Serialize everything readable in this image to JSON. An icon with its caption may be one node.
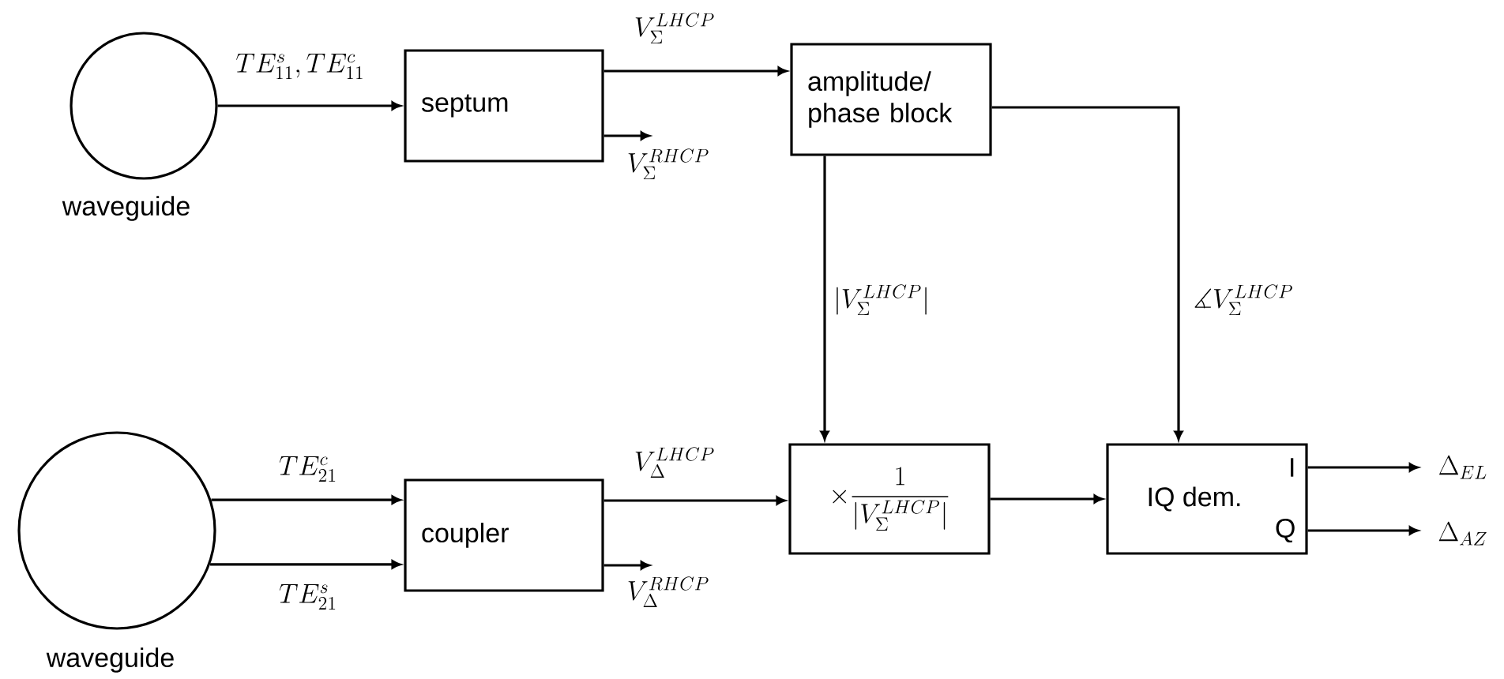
{
  "diagram": {
    "nodes": [
      {
        "text": [],
        "shape": "circle",
        "beside": [
          "waveguide"
        ]
      },
      {
        "text": [
          "septum"
        ]
      },
      {
        "text": [
          "amplitude/ phase block"
        ]
      },
      {
        "text": [],
        "shape": "circle",
        "beside": [
          "waveguide"
        ]
      },
      {
        "text": [
          "coupler"
        ]
      },
      {
        "text": [
          "\\times \\frac{1}{|V_{\\Sigma}^{LHCP}|}"
        ]
      },
      {
        "text": [
          "IQ dem.",
          "I",
          "Q"
        ]
      }
    ],
    "edges": [
      {
        "from": 0,
        "to": 1,
        "arrow": "to",
        "label": "TE_{11}^{s}, TE_{11}^{c}"
      },
      {
        "from": 1,
        "to": 2,
        "arrow": "to",
        "label": "V_{\\Sigma}^{LHCP}"
      },
      {
        "from": 1,
        "to": null,
        "arrow": "to",
        "label": "V_{\\Sigma}^{RHCP}"
      },
      {
        "from": 2,
        "to": 5,
        "arrow": "to",
        "label": "|V_{\\Sigma}^{LHCP}|"
      },
      {
        "from": 2,
        "to": 6,
        "arrow": "to",
        "label": "\\measuredangle V_{\\Sigma}^{LHCP}"
      },
      {
        "from": 3,
        "to": 4,
        "arrow": "to",
        "label": "TE_{21}^{c}"
      },
      {
        "from": 3,
        "to": 4,
        "arrow": "to",
        "label": "TE_{21}^{s}"
      },
      {
        "from": 4,
        "to": 5,
        "arrow": "to",
        "label": "V_{\\Delta}^{LHCP}"
      },
      {
        "from": 4,
        "to": null,
        "arrow": "to",
        "label": "V_{\\Delta}^{RHCP}"
      },
      {
        "from": 5,
        "to": 6,
        "arrow": "to"
      },
      {
        "from": 6,
        "to": null,
        "arrow": "to",
        "label": "\\Delta_{EL}"
      },
      {
        "from": 6,
        "to": null,
        "arrow": "to",
        "label": "\\Delta_{AZ}"
      }
    ]
  }
}
